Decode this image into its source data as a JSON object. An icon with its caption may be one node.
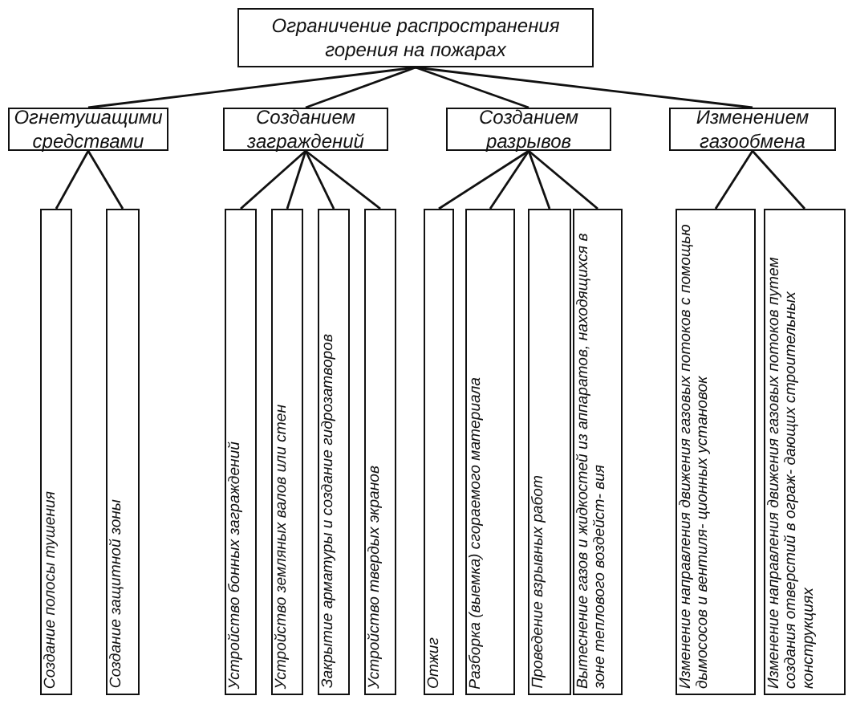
{
  "diagram": {
    "nodes": [
      {
        "text": [
          "Ограничение распространения горения на пожарах"
        ]
      },
      {
        "text": [
          "Огнетушащими средствами"
        ]
      },
      {
        "text": [
          "Созданием заграждений"
        ]
      },
      {
        "text": [
          "Созданием разрывов"
        ]
      },
      {
        "text": [
          "Изменением газообмена"
        ]
      },
      {
        "text": [
          "Создание полосы тушения"
        ]
      },
      {
        "text": [
          "Создание защитной зоны"
        ]
      },
      {
        "text": [
          "Устройство бонных заграждений"
        ]
      },
      {
        "text": [
          "Устройство земляных валов или стен"
        ]
      },
      {
        "text": [
          "Закрытие арматуры и создание гидрозатворов"
        ]
      },
      {
        "text": [
          "Устройство твердых экранов"
        ]
      },
      {
        "text": [
          "Отжиг"
        ]
      },
      {
        "text": [
          "Разборка (выемка) сгораемого материала"
        ]
      },
      {
        "text": [
          "Проведение взрывных работ"
        ]
      },
      {
        "text": [
          "Вытеснение газов и жидкостей из аппаратов, находящихся в зоне теплового воздейст- вия"
        ]
      },
      {
        "text": [
          "Изменение направления движения газовых потоков с помощью дымососов и вентиля- ционных установок"
        ]
      },
      {
        "text": [
          "Изменение направления движения газовых потоков путем создания отверстий в ограж- дающих строительных конструкциях"
        ]
      }
    ],
    "edges": [
      {
        "from": 0,
        "to": 1,
        "arrow": "none"
      },
      {
        "from": 0,
        "to": 2,
        "arrow": "none"
      },
      {
        "from": 0,
        "to": 3,
        "arrow": "none"
      },
      {
        "from": 0,
        "to": 4,
        "arrow": "none"
      },
      {
        "from": 1,
        "to": 5,
        "arrow": "none"
      },
      {
        "from": 1,
        "to": 6,
        "arrow": "none"
      },
      {
        "from": 2,
        "to": 7,
        "arrow": "none"
      },
      {
        "from": 2,
        "to": 8,
        "arrow": "none"
      },
      {
        "from": 2,
        "to": 9,
        "arrow": "none"
      },
      {
        "from": 2,
        "to": 10,
        "arrow": "none"
      },
      {
        "from": 3,
        "to": 11,
        "arrow": "none"
      },
      {
        "from": 3,
        "to": 12,
        "arrow": "none"
      },
      {
        "from": 3,
        "to": 13,
        "arrow": "none"
      },
      {
        "from": 3,
        "to": 14,
        "arrow": "none"
      },
      {
        "from": 4,
        "to": 15,
        "arrow": "none"
      },
      {
        "from": 4,
        "to": 16,
        "arrow": "none"
      }
    ]
  }
}
